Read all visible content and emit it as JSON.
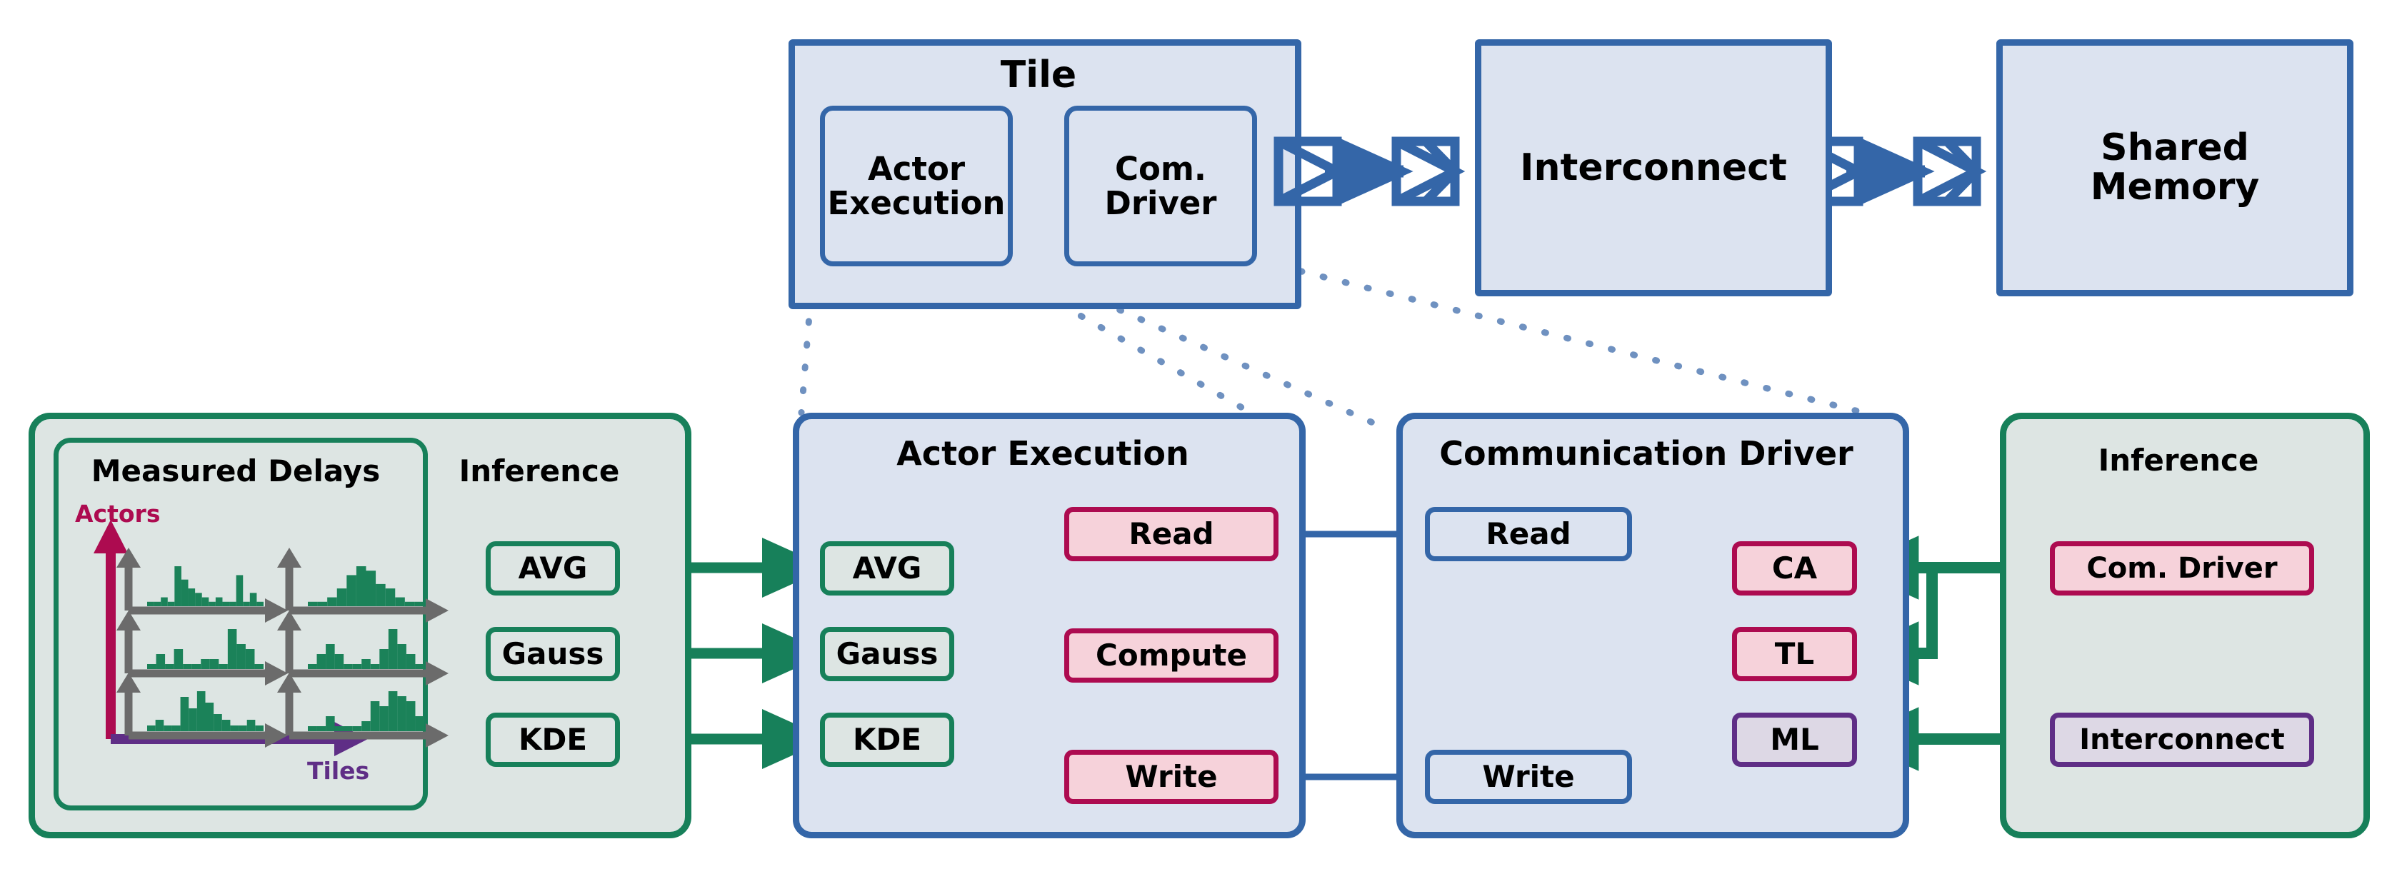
{
  "diagram": {
    "title": "Tile architecture and delay inference diagram",
    "colors": {
      "blue_border": "#3466a8",
      "blue_fill": "#dce3f0",
      "green_border": "#17805a",
      "green_fill": "#dde5e3",
      "crimson_border": "#ad0b50",
      "pink_fill": "#f6d2da",
      "purple_border": "#5f2e86",
      "lavender_fill": "#ddd8e5",
      "gray_axis": "#6b6b6b",
      "hist_bar": "#1b8259",
      "background": "#ffffff"
    }
  },
  "top_row": {
    "tile": {
      "title": "Tile",
      "children": [
        {
          "label": "Actor\nExecution",
          "line1": "Actor",
          "line2": "Execution"
        },
        {
          "label": "Com.\nDriver",
          "line1": "Com.",
          "line2": "Driver"
        }
      ]
    },
    "interconnect": {
      "label": "Interconnect"
    },
    "shared_memory": {
      "line1": "Shared",
      "line2": "Memory"
    },
    "ports": [
      {
        "name": "tile-out-port"
      },
      {
        "name": "interconnect-in-port"
      },
      {
        "name": "interconnect-out-port"
      },
      {
        "name": "shared-memory-in-port"
      }
    ]
  },
  "bottom_row": {
    "left_inference_group": {
      "measured_delays": {
        "title": "Measured Delays",
        "y_axis_label": "Actors",
        "x_axis_label": "Tiles",
        "grid_rows": 3,
        "grid_cols": 2
      },
      "inference": {
        "title": "Inference",
        "items": [
          {
            "label": "AVG"
          },
          {
            "label": "Gauss"
          },
          {
            "label": "KDE"
          }
        ]
      }
    },
    "actor_execution": {
      "title": "Actor Execution",
      "estimators": [
        {
          "label": "AVG"
        },
        {
          "label": "Gauss"
        },
        {
          "label": "KDE"
        }
      ],
      "stages": [
        {
          "label": "Read"
        },
        {
          "label": "Compute"
        },
        {
          "label": "Write"
        }
      ]
    },
    "communication_driver": {
      "title": "Communication Driver",
      "ops": [
        {
          "label": "Read"
        },
        {
          "label": "Write"
        }
      ],
      "targets": [
        {
          "label": "CA",
          "style": "pink"
        },
        {
          "label": "TL",
          "style": "pink"
        },
        {
          "label": "ML",
          "style": "purple"
        }
      ]
    },
    "right_inference": {
      "title": "Inference",
      "items": [
        {
          "label": "Com. Driver",
          "style": "pink"
        },
        {
          "label": "Interconnect",
          "style": "purple"
        }
      ]
    }
  },
  "chart_data": {
    "type": "bar",
    "title": "Measured Delays",
    "xlabel": "Tiles",
    "ylabel": "Actors",
    "grid": false,
    "legend": "none",
    "note": "3x2 grid of small delay histograms, one per (actor, tile) pair",
    "panels": [
      {
        "row": 0,
        "col": 0,
        "values": [
          1,
          1,
          2,
          1,
          9,
          6,
          4,
          3,
          2,
          1,
          2,
          1,
          1,
          7,
          1,
          3,
          1
        ]
      },
      {
        "row": 0,
        "col": 1,
        "values": [
          1,
          1,
          2,
          4,
          7,
          9,
          8,
          5,
          4,
          2,
          1,
          1
        ]
      },
      {
        "row": 1,
        "col": 0,
        "values": [
          1,
          3,
          1,
          4,
          1,
          1,
          2,
          2,
          1,
          8,
          5,
          4,
          1
        ]
      },
      {
        "row": 1,
        "col": 1,
        "values": [
          1,
          3,
          5,
          3,
          1,
          1,
          2,
          1,
          4,
          8,
          5,
          3,
          1
        ]
      },
      {
        "row": 2,
        "col": 0,
        "values": [
          1,
          2,
          1,
          1,
          6,
          4,
          7,
          5,
          3,
          2,
          1,
          1,
          2,
          1
        ]
      },
      {
        "row": 2,
        "col": 1,
        "values": [
          1,
          1,
          3,
          1,
          1,
          1,
          2,
          6,
          5,
          8,
          7,
          6,
          3
        ]
      }
    ]
  }
}
